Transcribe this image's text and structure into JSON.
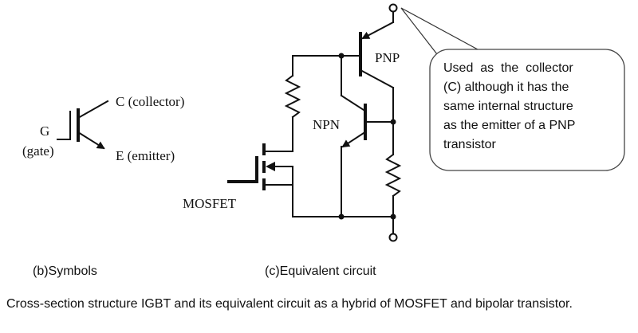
{
  "symbol": {
    "collector_label": "C (collector)",
    "emitter_label": "E (emitter)",
    "gate_label": "G",
    "gate_word": "(gate)",
    "caption": "(b)Symbols"
  },
  "circuit": {
    "pnp_label": "PNP",
    "npn_label": "NPN",
    "mosfet_label": "MOSFET",
    "caption": "(c)Equivalent circuit",
    "callout_lines": [
      "Used  as  the  collector",
      "(C) although it has the",
      "same internal structure",
      "as the emitter of a PNP",
      "transistor"
    ]
  },
  "figure_caption": "Cross-section structure IGBT and its equivalent circuit as a hybrid of MOSFET and bipolar transistor."
}
